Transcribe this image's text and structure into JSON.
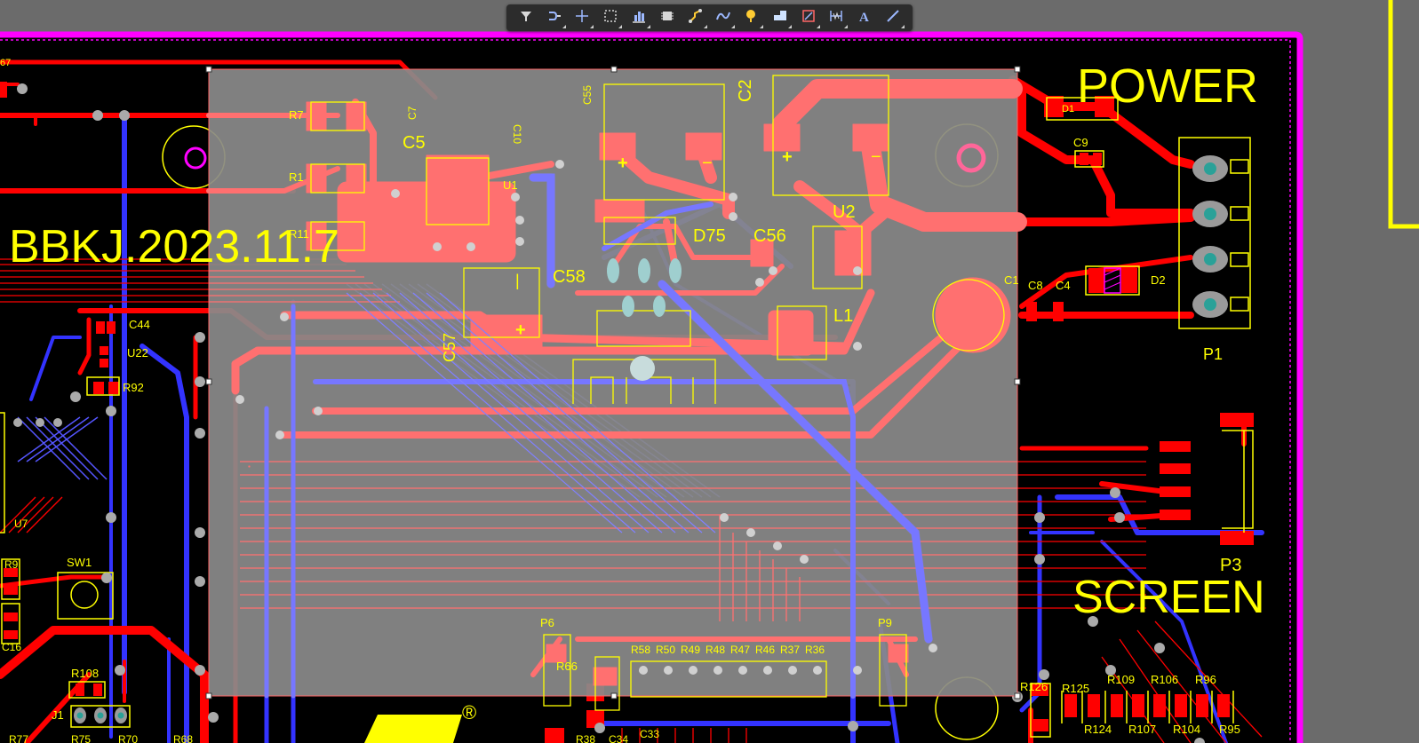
{
  "toolbar": {
    "buttons": [
      {
        "icon": "filter-icon"
      },
      {
        "icon": "route-icon"
      },
      {
        "icon": "crosshair-icon"
      },
      {
        "icon": "select-rect-icon"
      },
      {
        "icon": "align-icon"
      },
      {
        "icon": "component-icon"
      },
      {
        "icon": "track-icon"
      },
      {
        "icon": "diff-pair-icon"
      },
      {
        "icon": "via-icon"
      },
      {
        "icon": "polygon-icon"
      },
      {
        "icon": "keepout-icon"
      },
      {
        "icon": "dimension-icon"
      },
      {
        "icon": "text-icon"
      },
      {
        "icon": "line-icon"
      }
    ]
  },
  "board": {
    "silk_texts": {
      "power": "POWER",
      "screen": "SCREEN",
      "date": "BBKJ.2023.11.7",
      "registered": "®"
    },
    "designators": {
      "p1": "P1",
      "p3": "P3",
      "p6": "P6",
      "p9": "P9",
      "c1": "C1",
      "c2": "C2",
      "c4": "C4",
      "c5": "C5",
      "c7": "C7",
      "c8": "C8",
      "c9": "C9",
      "c10": "C10",
      "c16": "C16",
      "c33": "C33",
      "c34": "C34",
      "c44": "C44",
      "c55": "C55",
      "c56": "C56",
      "c57": "C57",
      "c58": "C58",
      "d1": "D1",
      "d2": "D2",
      "d75": "D75",
      "u1": "U1",
      "u2": "U2",
      "u7": "U7",
      "u22": "U22",
      "l1": "L1",
      "sw1": "SW1",
      "j1": "J1",
      "r1": "R1",
      "r7": "R7",
      "r9": "R9",
      "r11": "R11",
      "r36": "R36",
      "r37": "R37",
      "r38": "R38",
      "r46": "R46",
      "r47": "R47",
      "r48": "R48",
      "r49": "R49",
      "r50": "R50",
      "r58": "R58",
      "r66": "R66",
      "r68": "R68",
      "r70": "R70",
      "r75": "R75",
      "r77": "R77",
      "r92": "R92",
      "r95": "R95",
      "r96": "R96",
      "r104": "R104",
      "r106": "R106",
      "r107": "R107",
      "r108": "R108",
      "r109": "R109",
      "r124": "R124",
      "r125": "R125",
      "r126": "R126",
      "r67": "67"
    }
  },
  "colors": {
    "background": "#6b6b6b",
    "board": "#000000",
    "outline": "#ff00ff",
    "top_layer": "#ff0000",
    "bottom_layer": "#3333ff",
    "silkscreen": "#ffff00",
    "selection_overlay": "#8c8c8c"
  }
}
